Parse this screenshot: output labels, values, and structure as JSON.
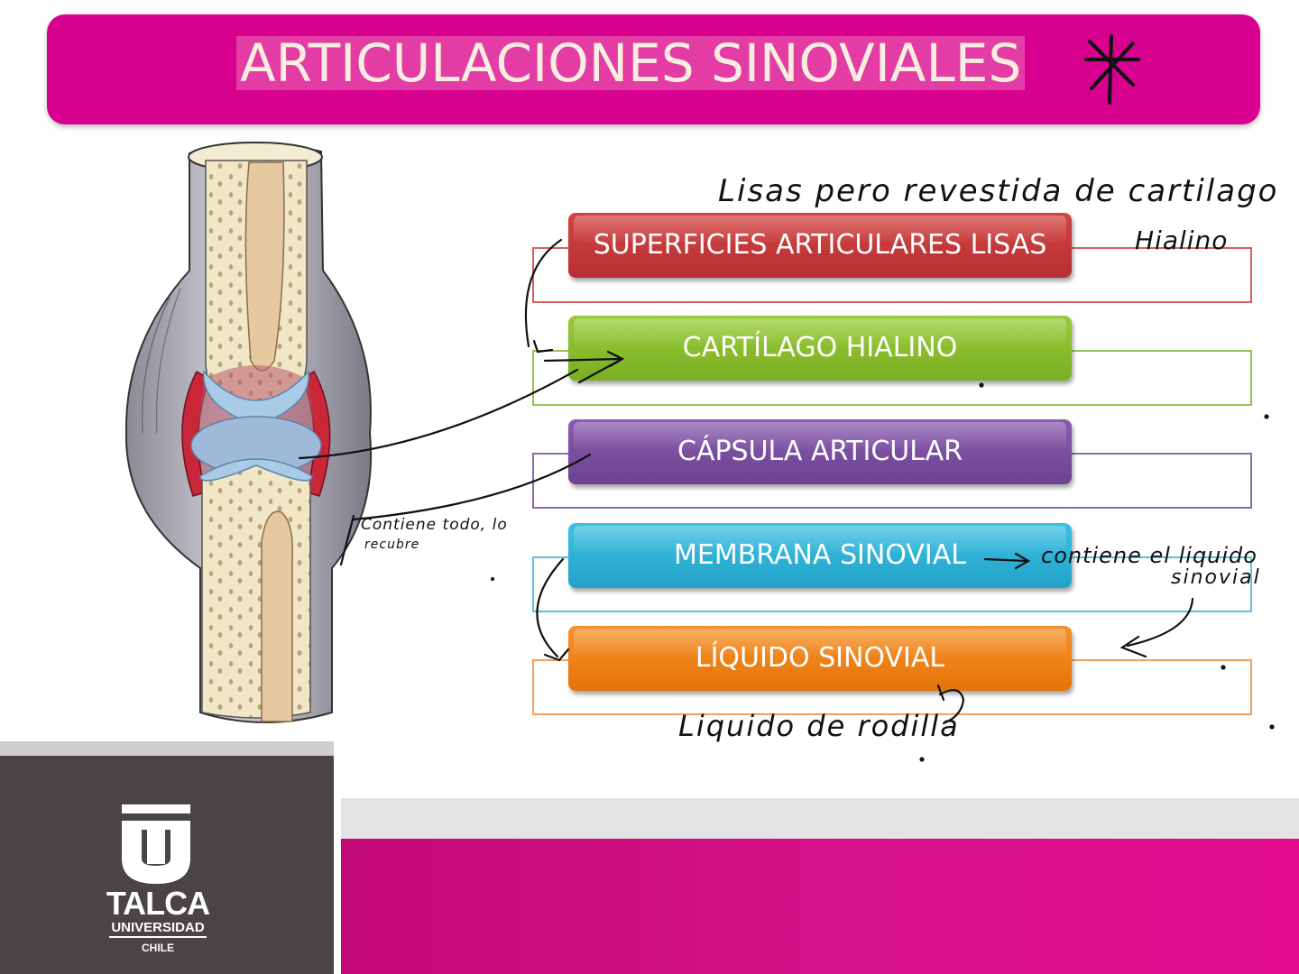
{
  "slide": {
    "title": "ARTICULACIONES SINOVIALES",
    "title_mark": "*"
  },
  "bars": [
    {
      "label": "SUPERFICIES ARTICULARES LISAS",
      "color": "#c8383b",
      "outline": "#d9605f"
    },
    {
      "label": "CARTÍLAGO HIALINO",
      "color": "#8bbf2c",
      "outline": "#93c04e"
    },
    {
      "label": "CÁPSULA ARTICULAR",
      "color": "#7a4ea0",
      "outline": "#8a6aaa"
    },
    {
      "label": "MEMBRANA SINOVIAL",
      "color": "#2fb3d6",
      "outline": "#5fc0d6"
    },
    {
      "label": "LÍQUIDO SINOVIAL",
      "color": "#f08418",
      "outline": "#f0a060"
    }
  ],
  "notes": {
    "top_line": "Lisas  pero revestida de cartilago",
    "top_line2": "Hialino",
    "capsule_note": "Contiene  todo, lo",
    "capsule_note2": "recubre",
    "membrane_note": "contiene el liquido",
    "membrane_note2": "sinovial",
    "fluid_note": "Liquido  de rodilla"
  },
  "logo": {
    "name": "TALCA",
    "line1": "UNIVERSIDAD",
    "line2": "CHILE"
  },
  "colors": {
    "banner": "#d8008f",
    "title_text": "#f7eedf",
    "footer_dark": "#4a4446",
    "footer_pink": "#d6128a"
  }
}
